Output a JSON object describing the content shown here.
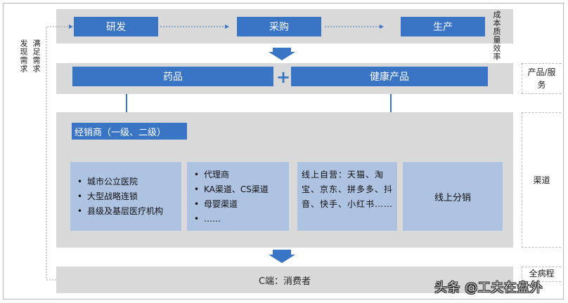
{
  "left_label": [
    "发现需求",
    "满足需求"
  ],
  "row1": {
    "nodes": [
      "研发",
      "采购",
      "生产"
    ],
    "right_label": "成本质量效率"
  },
  "row2": {
    "left": "药品",
    "plus": "+",
    "right": "健康产品",
    "side_label": "产品/服务"
  },
  "row3": {
    "distributor": "经销商（一级、二级）",
    "box1": [
      "城市公立医院",
      "大型战略连锁",
      "县级及基层医疗机构"
    ],
    "box2": [
      "代理商",
      "KA渠道、CS渠道",
      "母婴渠道",
      "……"
    ],
    "box3": "线上自营：天猫、淘宝、京东、拼多多、抖音、快手、小红书……",
    "box4": "线上分销",
    "side_label": "渠道"
  },
  "row4": {
    "label": "C端：消费者",
    "side_label": "全病程"
  },
  "watermark": "头条 @工夫在盘外",
  "colors": {
    "blue": "#3a74c4",
    "light_blue": "#aec2e2",
    "band": "#d9d9d9",
    "line": "#3a74c4"
  }
}
